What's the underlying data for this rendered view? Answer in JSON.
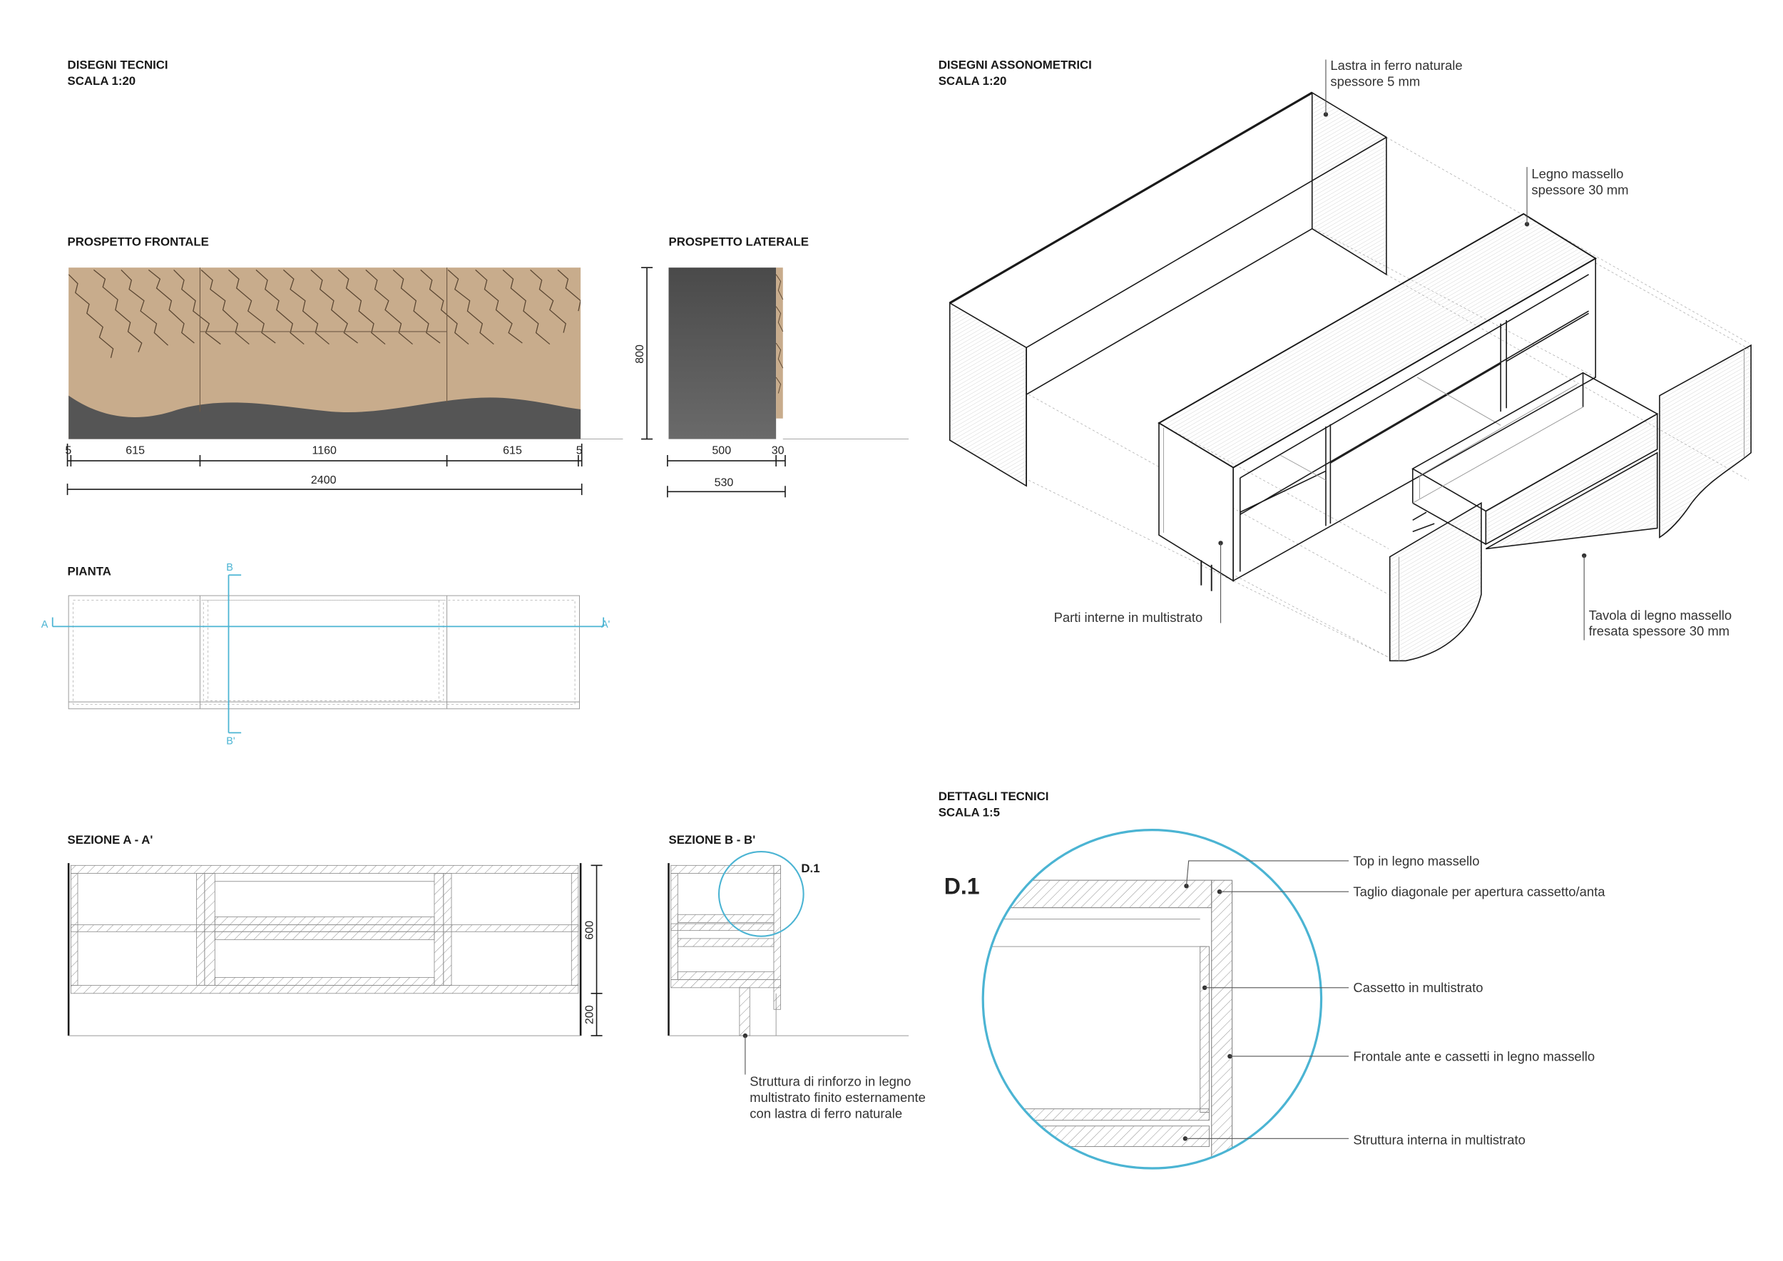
{
  "sheet": {
    "tech_title": "DISEGNI TECNICI",
    "tech_scale": "SCALA 1:20",
    "axo_title": "DISEGNI ASSONOMETRICI",
    "axo_scale": "SCALA 1:20",
    "details_title": "DETTAGLI TECNICI",
    "details_scale": "SCALA 1:5"
  },
  "front": {
    "title": "PROSPETTO FRONTALE",
    "dims": [
      "5",
      "615",
      "1160",
      "615",
      "5"
    ],
    "total": "2400"
  },
  "side": {
    "title": "PROSPETTO LATERALE",
    "height": "800",
    "dims": [
      "500",
      "30"
    ],
    "total": "530"
  },
  "plan": {
    "title": "PIANTA",
    "cut_a": "A",
    "cut_a2": "A'",
    "cut_b": "B",
    "cut_b2": "B'"
  },
  "section_aa": {
    "title": "SEZIONE A - A'",
    "dims": [
      "600",
      "200"
    ]
  },
  "section_bb": {
    "title": "SEZIONE B - B'",
    "detail_ref": "D.1",
    "note_lines": [
      "Struttura di rinforzo in legno",
      "multistrato finito esternamente",
      "con lastra di ferro naturale"
    ]
  },
  "axo": {
    "iron": [
      "Lastra in ferro naturale",
      "spessore 5 mm"
    ],
    "top": [
      "Legno massello",
      "spessore 30 mm"
    ],
    "interior": "Parti interne in multistrato",
    "front": [
      "Tavola di legno massello",
      "fresata spessore 30 mm"
    ]
  },
  "detail": {
    "label": "D.1",
    "callouts": [
      "Top in legno massello",
      "Taglio diagonale per apertura cassetto/anta",
      "Cassetto in multistrato",
      "Frontale ante e cassetti in legno massello",
      "Struttura interna in multistrato"
    ]
  },
  "colors": {
    "wood": "#c8ac8c",
    "wood_grain": "#5a4632",
    "iron_dark": "#555555",
    "cut_line": "#4bb4d3",
    "ink": "#1a1a1a"
  }
}
